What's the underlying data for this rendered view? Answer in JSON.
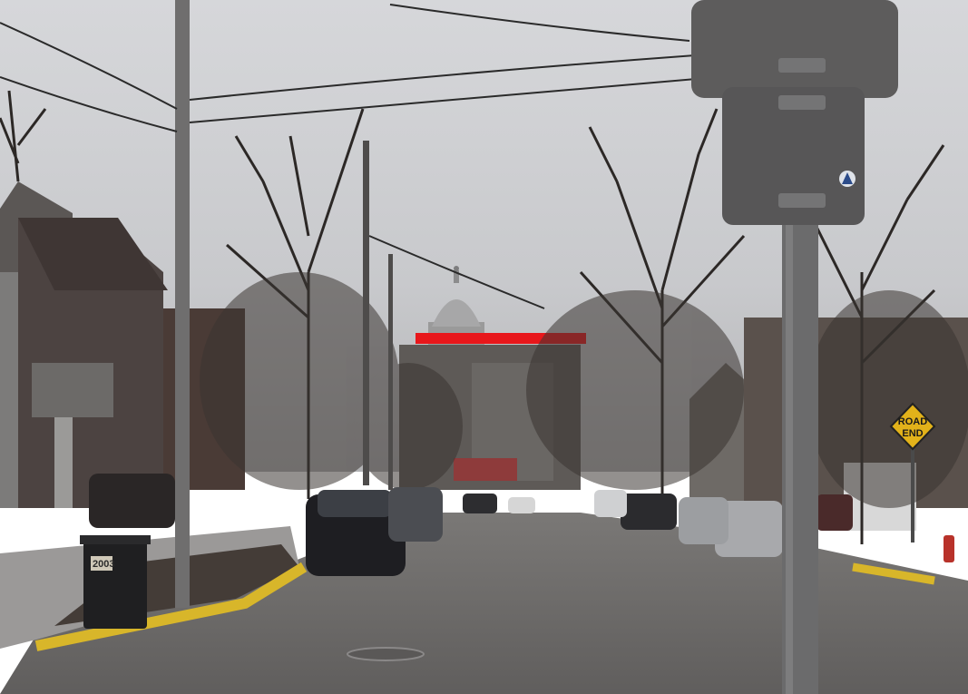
{
  "scene": {
    "description_colors": {
      "sky_top": "#d8d9dc",
      "sky_bottom": "#bfc1c5",
      "road": "#6e6c6b",
      "curb_yellow": "#d8b62a",
      "annotation_red": "#e8171b",
      "warning_sign": "#e2b21a"
    },
    "road_sign": {
      "line1": "ROAD",
      "line2": "END"
    },
    "trash_bin_label": "2003"
  }
}
